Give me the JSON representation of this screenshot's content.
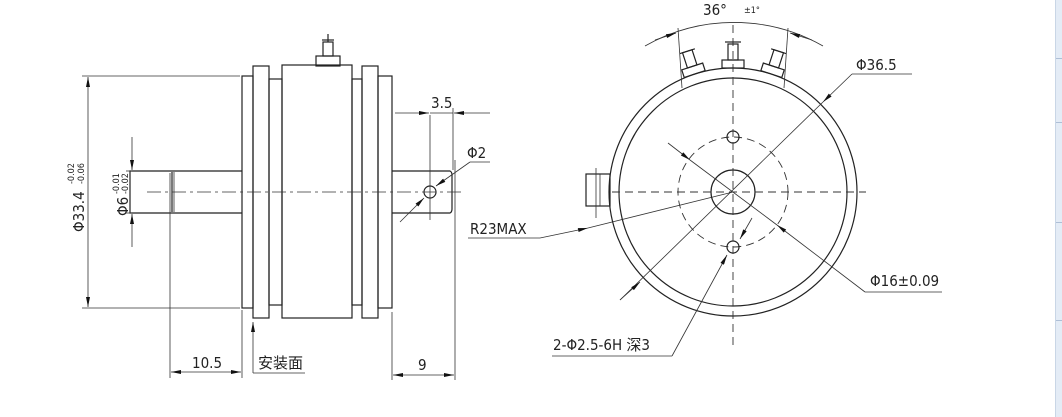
{
  "drawing": {
    "side_view": {
      "dia_body": "Φ33.4",
      "dia_body_tol_upper": "-0.02",
      "dia_body_tol_lower": "-0.06",
      "dia_shaft": "Φ6",
      "dia_shaft_tol_upper": "-0.01",
      "dia_shaft_tol_lower": "-0.02",
      "shaft_length": "10.5",
      "mounting_face": "安装面",
      "rear_shaft_length": "9",
      "hole_offset": "3.5",
      "hole_dia": "Φ2",
      "radius_note": "R23MAX"
    },
    "front_view": {
      "angle": "36°",
      "angle_tol": "±1°",
      "outer_dia": "Φ36.5",
      "pcd": "Φ16±0.09",
      "tapped_holes": "2-Φ2.5-6H 深3"
    }
  }
}
